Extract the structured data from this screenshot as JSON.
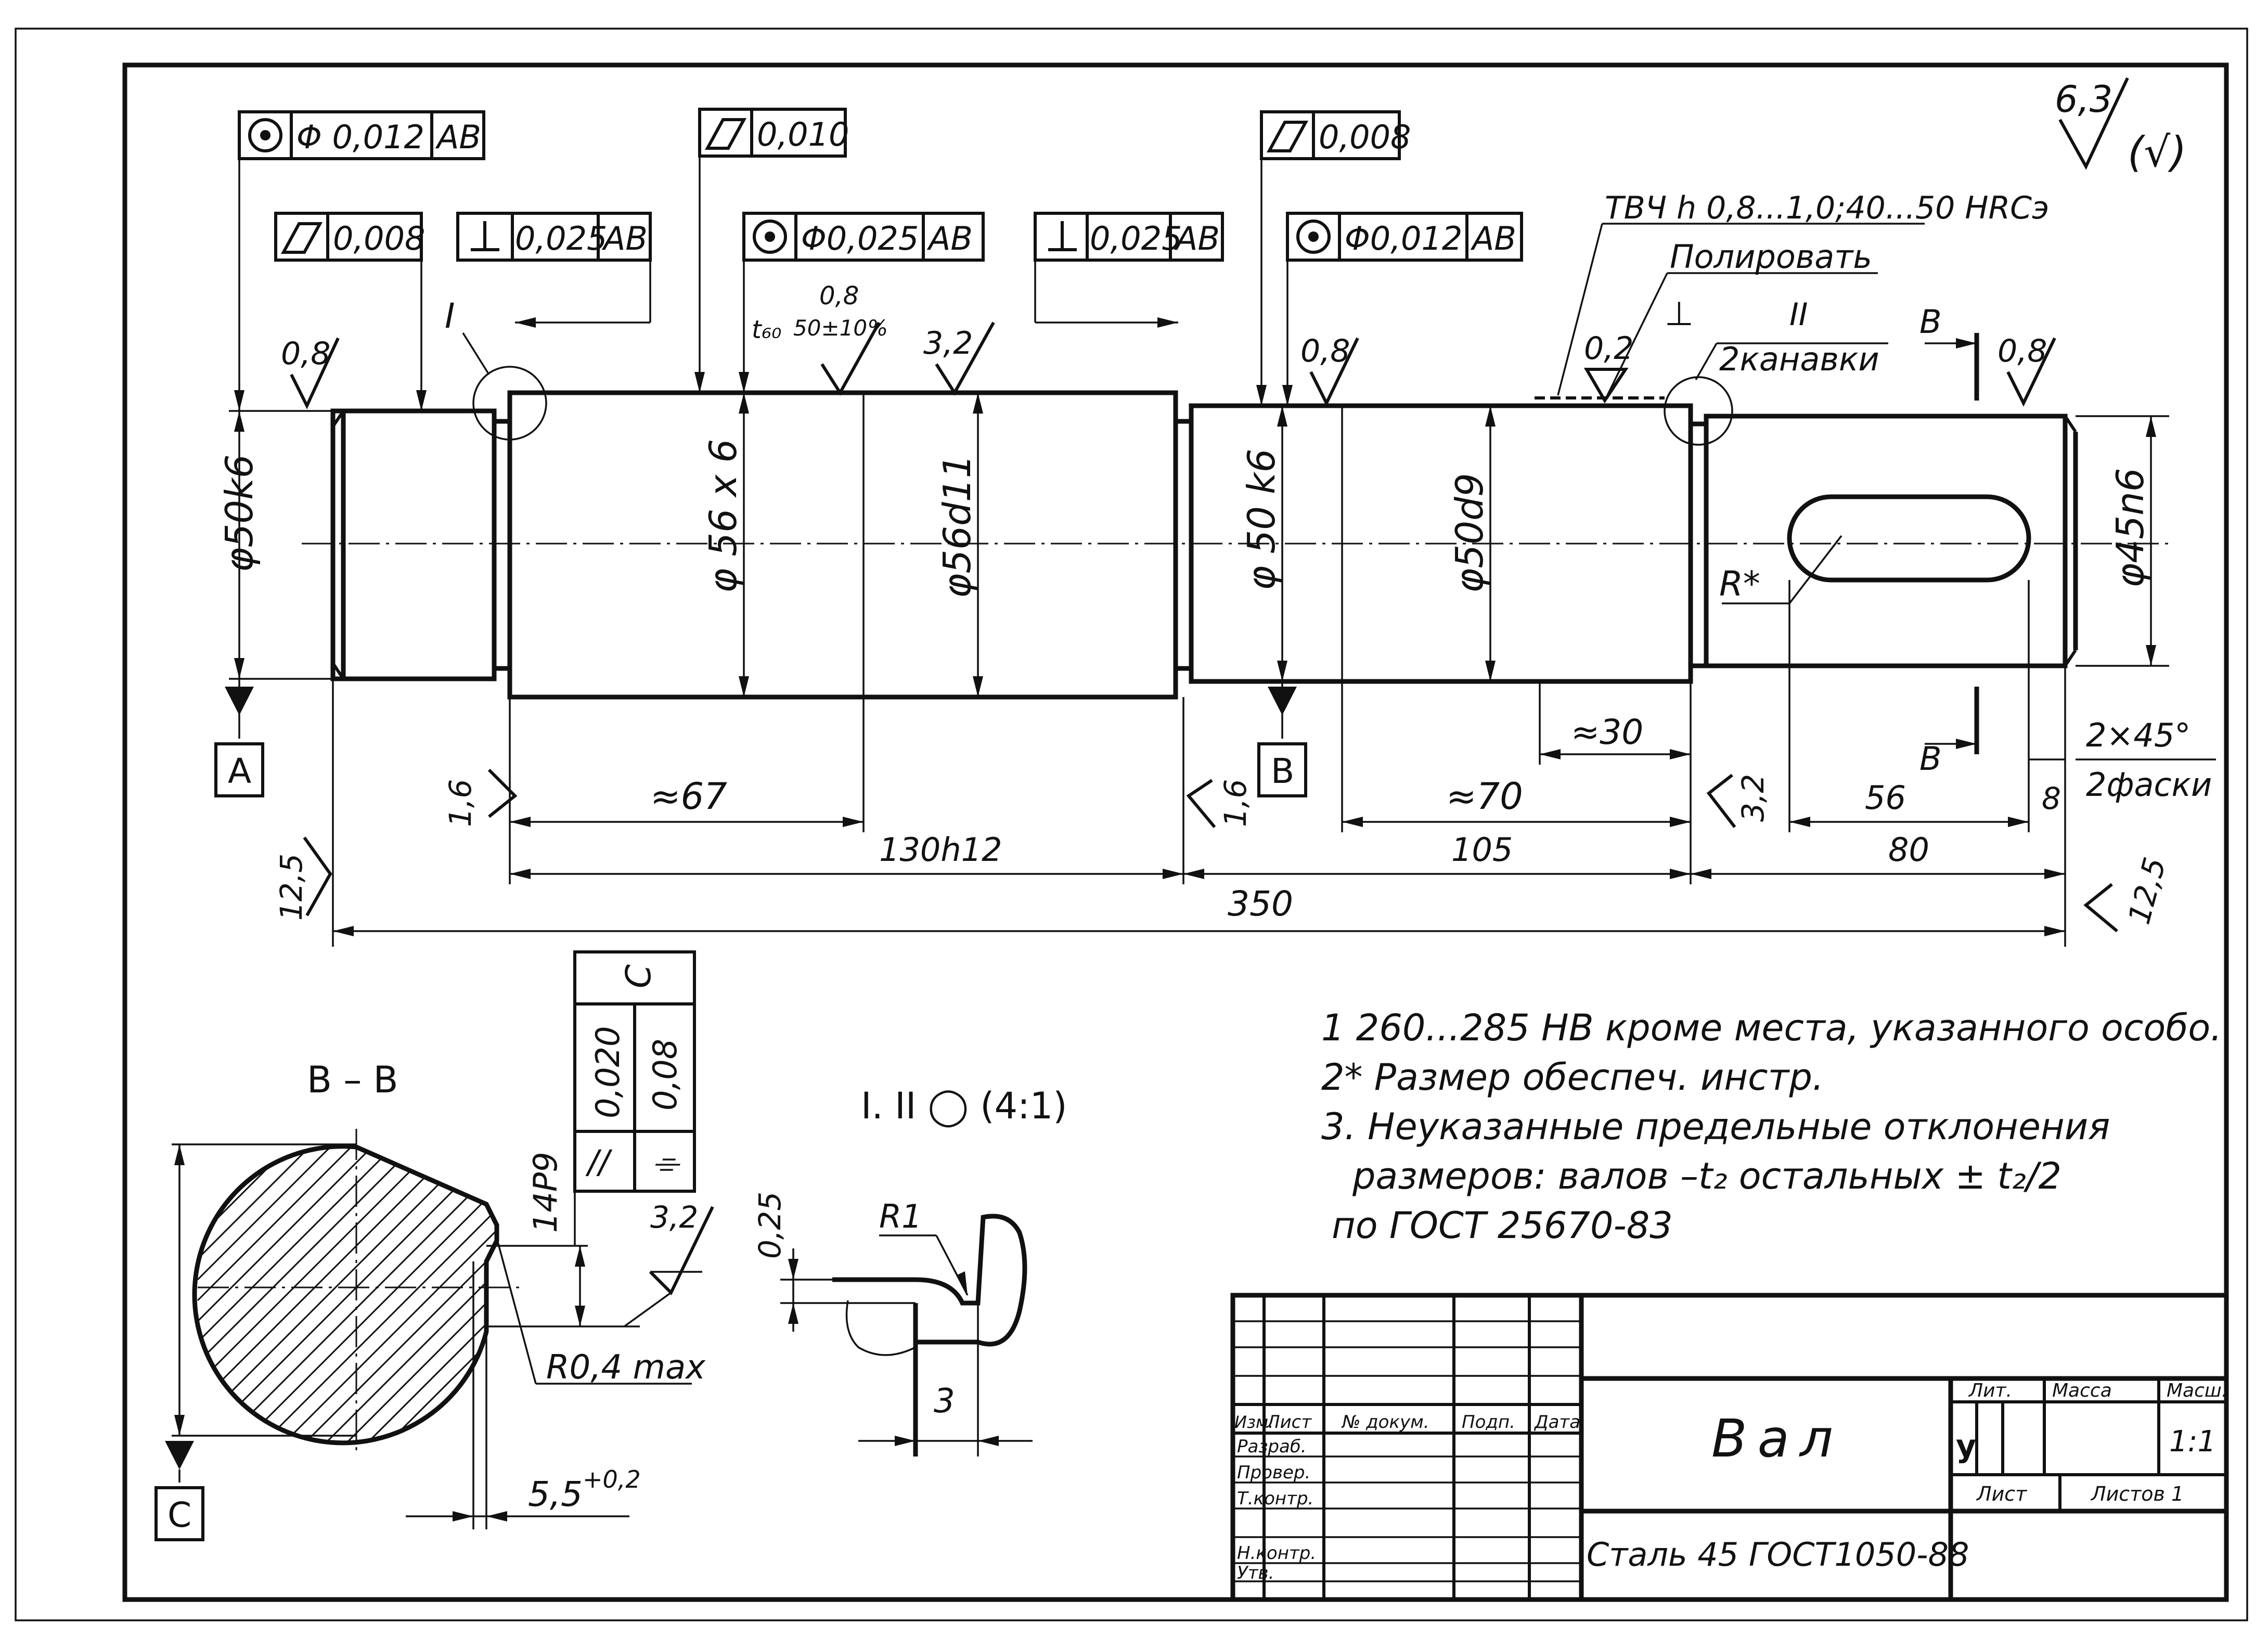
{
  "title_block": {
    "part_name": "Вал",
    "material": "Сталь 45 ГОСТ1050-88",
    "columns": [
      "Изм.",
      "Лист",
      "№ докум.",
      "Подп.",
      "Дата"
    ],
    "rows": [
      "Разраб.",
      "Провер.",
      "Т.контр.",
      "Н.контр.",
      "Утв."
    ],
    "lit_label": "Лит.",
    "mass_label": "Масса",
    "scale_label": "Масш.",
    "lit_value": "у",
    "scale_value": "1:1",
    "sheet_label": "Лист",
    "sheets_label": "Листов 1"
  },
  "roughness_general": {
    "value": "6,3",
    "paren": "(√)"
  },
  "tolerance_frames": [
    {
      "symbol": "◎",
      "value": "Φ 0,012",
      "datum": "AB"
    },
    {
      "symbol": "⌭",
      "value": "0,008",
      "datum": ""
    },
    {
      "symbol": "⊥",
      "value": "0,025",
      "datum": "AB"
    },
    {
      "symbol": "⌭",
      "value": "0,010",
      "datum": ""
    },
    {
      "symbol": "◎",
      "value": "Φ0,025",
      "datum": "AB"
    },
    {
      "symbol": "⊥",
      "value": "0,025",
      "datum": "AB"
    },
    {
      "symbol": "⌭",
      "value": "0,008",
      "datum": ""
    },
    {
      "symbol": "◎",
      "value": "Φ0,012",
      "datum": "AB"
    }
  ],
  "diameters": {
    "d1": "φ50k6",
    "d2": "φ 56 x 6",
    "d3": "φ56d11",
    "d4": "φ 50 k6",
    "d5": "φ50d9",
    "d6": "φ45n6"
  },
  "roughness_marks": {
    "r1": "0,8",
    "r2": "3,2",
    "r3": "0,8",
    "r4": "0,2",
    "r5": "0,8",
    "r6": "1,6",
    "r7": "1,6",
    "r8": "3,2",
    "r9": "12,5",
    "r10": "12,5",
    "r11": "0,8",
    "r12": "50±10%",
    "t60": "t₆₀"
  },
  "dimensions": {
    "a67": "≈67",
    "a70": "≈70",
    "a30": "≈30",
    "d130": "130h12",
    "d105": "105",
    "d350": "350",
    "d56": "56",
    "d80": "80",
    "d8": "8",
    "chamfer1": "2×45°",
    "chamfer2": "2фаски"
  },
  "labels": {
    "heat_treatment": "ТВЧ h 0,8...1,0;40...50 HRCэ",
    "polish": "Полировать",
    "grooves_num": "II",
    "grooves": "2канавки",
    "perp": "⊥",
    "section_marker": "B",
    "detail_I": "I",
    "r_star": "R*",
    "datum_a": "A",
    "datum_b": "B",
    "datum_c": "C"
  },
  "section_view": {
    "title": "B – B",
    "width_tol": "14P9",
    "roughness": "3,2",
    "radius": "R0,4 max",
    "depth": "5,5",
    "depth_tol": "+0,2",
    "frame_parallel_val": "0,020",
    "frame_sym_val": "0,08",
    "frame_datum": "C",
    "sym_parallel": "//",
    "sym_symmetry": "⌯"
  },
  "detail_view": {
    "title": "I. II ◯ (4:1)",
    "radius": "R1",
    "depth": "0,25",
    "width": "3"
  },
  "notes": [
    "1   260...285 HB  кроме места, указанного особо.",
    "2* Размер  обеспеч.  инстр.",
    "3. Неуказанные  предельные  отклонения",
    "размеров: валов  –t₂ остальных  ± t₂/2",
    "по ГОСТ  25670-83"
  ]
}
